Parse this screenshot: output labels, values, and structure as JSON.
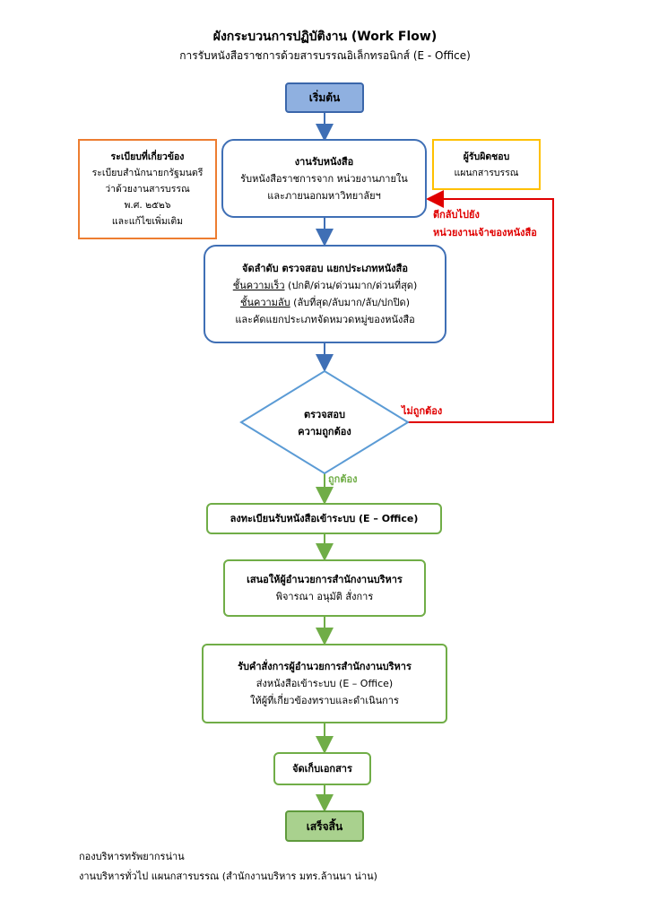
{
  "header": {
    "title": "ผังกระบวนการปฏิบัติงาน (Work Flow)",
    "subtitle": "การรับหนังสือราชการด้วยสารบรรณอิเล็กทรอนิกส์ (E - Office)"
  },
  "start": {
    "label": "เริ่มต้น"
  },
  "rules_box": {
    "title": "ระเบียบที่เกี่ยวข้อง",
    "lines": [
      "ระเบียบสำนักนายกรัฐมนตรี",
      "ว่าด้วยงานสารบรรณ",
      "พ.ศ. ๒๕๒๖",
      "และแก้ไขเพิ่มเติม"
    ]
  },
  "responsible_box": {
    "title": "ผู้รับผิดชอบ",
    "line": "แผนกสารบรรณ"
  },
  "receive": {
    "title": "งานรับหนังสือ",
    "line1": "รับหนังสือราชการจาก หน่วยงานภายใน",
    "line2": "และภายนอกมหาวิทยาลัยฯ"
  },
  "sort": {
    "title": "จัดลำดับ ตรวจสอบ แยกประเภทหนังสือ",
    "speed_label": "ชั้นความเร็ว",
    "speed_values": " (ปกติ/ด่วน/ด่วนมาก/ด่วนที่สุด)",
    "secret_label": "ชั้นความลับ",
    "secret_values": " (ลับที่สุด/ลับมาก/ลับ/ปกปิด)",
    "line3": "และคัดแยกประเภทจัดหมวดหมู่ของหนังสือ"
  },
  "check": {
    "line1": "ตรวจสอบ",
    "line2": "ความถูกต้อง"
  },
  "return_note": {
    "line1": "ตีกลับไปยัง",
    "line2": "หน่วยงานเจ้าของหนังสือ"
  },
  "incorrect_label": "ไม่ถูกต้อง",
  "correct_label": "ถูกต้อง",
  "register": {
    "label": "ลงทะเบียนรับหนังสือเข้าระบบ (E – Office)"
  },
  "propose": {
    "title": "เสนอให้ผู้อำนวยการสำนักงานบริหาร",
    "line": "พิจารณา อนุมัติ สั่งการ"
  },
  "order": {
    "title": "รับคำสั่งการผู้อำนวยการสำนักงานบริหาร",
    "line1": "ส่งหนังสือเข้าระบบ (E – Office)",
    "line2": "ให้ผู้ที่เกี่ยวข้องทราบและดำเนินการ"
  },
  "archive": {
    "label": "จัดเก็บเอกสาร"
  },
  "end": {
    "label": "เสร็จสิ้น"
  },
  "footer": {
    "line1": "กองบริหารทรัพยากรน่าน",
    "line2": "งานบริหารทั่วไป แผนกสารบรรณ (สำนักงานบริหาร มทร.ล้านนา น่าน)"
  },
  "colors": {
    "blue_border": "#3f6fb5",
    "start_fill": "#8fb0e0",
    "green_border": "#70ad47",
    "end_fill": "#a9d18e",
    "orange": "#ed7d31",
    "yellow": "#ffc000",
    "red": "#e00000",
    "diamond": "#5b9bd5"
  }
}
